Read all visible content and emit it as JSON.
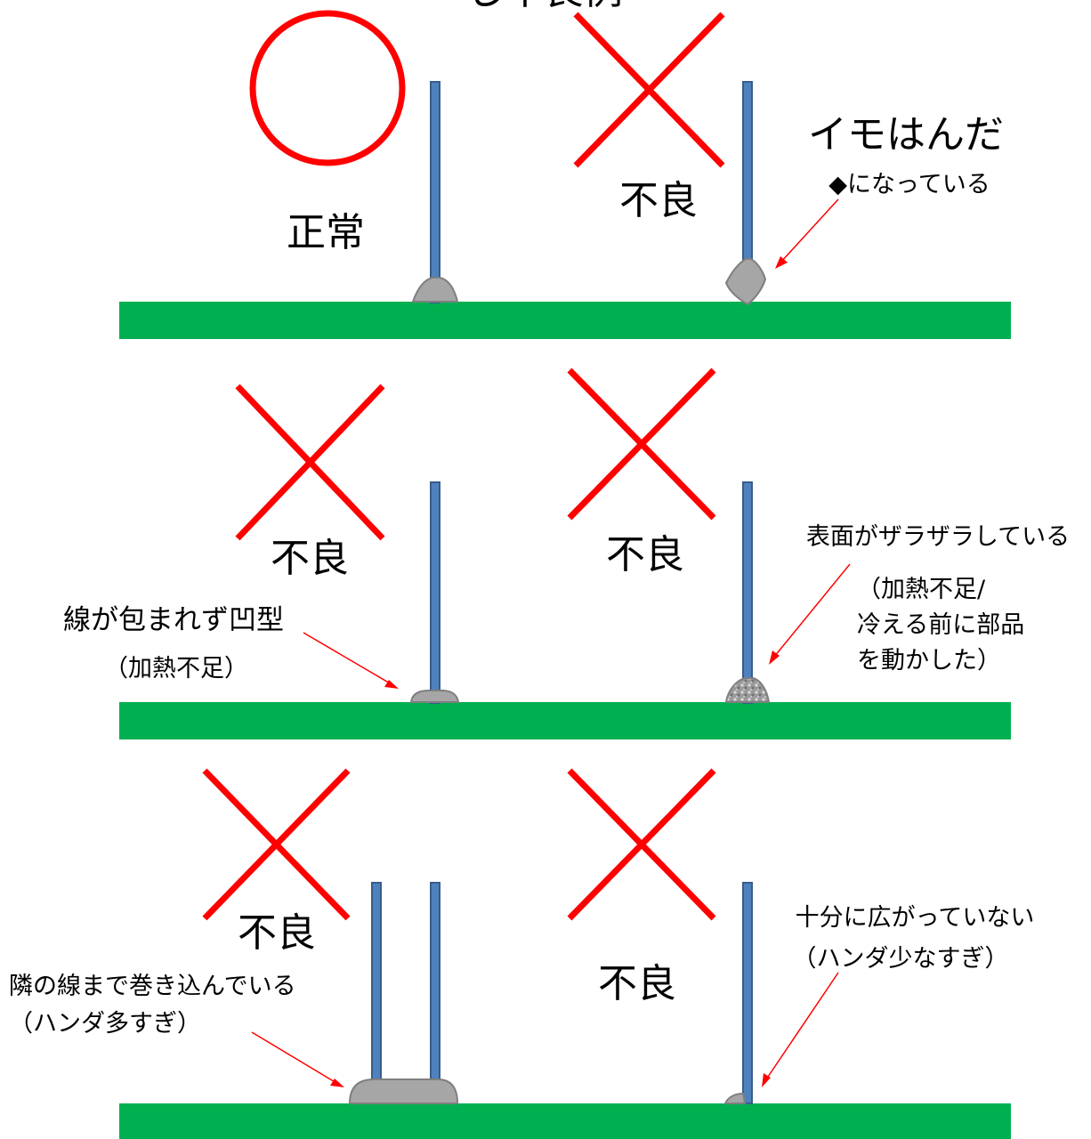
{
  "title_partial": "じ不良例",
  "panels": {
    "p1": {
      "mark": "○",
      "label": "正常"
    },
    "p2": {
      "mark": "×",
      "label": "不良",
      "callout_title": "イモはんだ",
      "callout_sub": "◆になっている"
    },
    "p3": {
      "mark": "×",
      "label": "不良",
      "callout_line1": "線が包まれず凹型",
      "callout_line2": "（加熱不足）"
    },
    "p4": {
      "mark": "×",
      "label": "不良",
      "callout_line1": "表面がザラザラしている",
      "callout_line2": "（加熱不足/",
      "callout_line3": "冷える前に部品",
      "callout_line4": "を動かした）"
    },
    "p5": {
      "mark": "×",
      "label": "不良",
      "callout_line1": "隣の線まで巻き込んでいる",
      "callout_line2": "（ハンダ多すぎ）"
    },
    "p6": {
      "mark": "×",
      "label": "不良",
      "callout_line1": "十分に広がっていない",
      "callout_line2": "（ハンダ少なすぎ）"
    }
  },
  "colors": {
    "board": "#00b050",
    "wire": "#4f81bd",
    "solder": "#a6a6a6",
    "mark": "#ff0000"
  }
}
